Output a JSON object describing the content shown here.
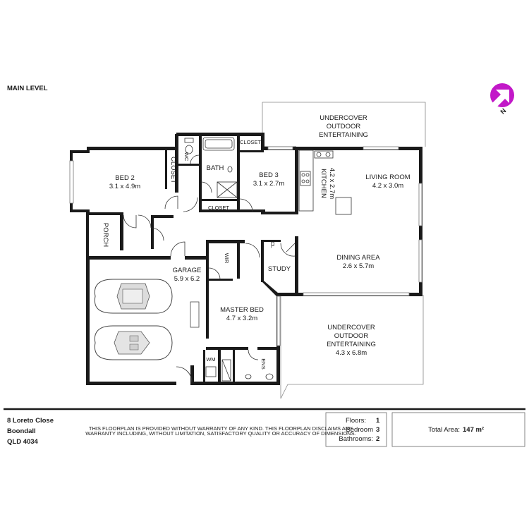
{
  "level_label": "MAIN LEVEL",
  "rooms": {
    "undercover_top": [
      "UNDERCOVER",
      "OUTDOOR",
      "ENTERTAINING"
    ],
    "bed2": {
      "name": "BED 2",
      "dims": "3.1 x 4.9m"
    },
    "bed3": {
      "name": "BED 3",
      "dims": "3.1 x 2.7m"
    },
    "kitchen": {
      "name": "KITCHEN",
      "dims": "4.2 x 2.7m"
    },
    "living": {
      "name": "LIVING ROOM",
      "dims": "4.2 x 3.0m"
    },
    "bath": "BATH",
    "wc": "WC",
    "closet": "CLOSET",
    "porch": "PORCH",
    "garage": {
      "name": "GARAGE",
      "dims": "5.9 x 6.2"
    },
    "wir": "WIR",
    "cl": "CL",
    "study": "STUDY",
    "dining": {
      "name": "DINING AREA",
      "dims": "2.6 x 5.7m"
    },
    "master": {
      "name": "MASTER BED",
      "dims": "4.7 x 3.2m"
    },
    "undercover_bottom": [
      "UNDERCOVER",
      "OUTDOOR",
      "ENTERTAINING",
      "4.3 x 6.8m"
    ],
    "ens": "ENS",
    "wm": "WM"
  },
  "address": [
    "8 Loreto Close",
    "Boondall",
    "QLD 4034"
  ],
  "disclaimer": [
    "THIS FLOORPLAN IS PROVIDED WITHOUT WARRANTY OF ANY KIND. THIS FLOORPLAN DISCLAIMS ANY",
    "WARRANTY INCLUDING, WITHOUT LIMITATION, SATISFACTORY QUALITY OR ACCURACY OF DIMENSIONS."
  ],
  "stats": [
    {
      "label": "Floors:",
      "value": "1"
    },
    {
      "label": "Bedroom",
      "value": "3"
    },
    {
      "label": "Bathrooms:",
      "value": "2"
    }
  ],
  "total_area": {
    "label": "Total Area:",
    "value": "147 m²"
  },
  "compass": {
    "letter": "N",
    "color": "#c218c8"
  }
}
